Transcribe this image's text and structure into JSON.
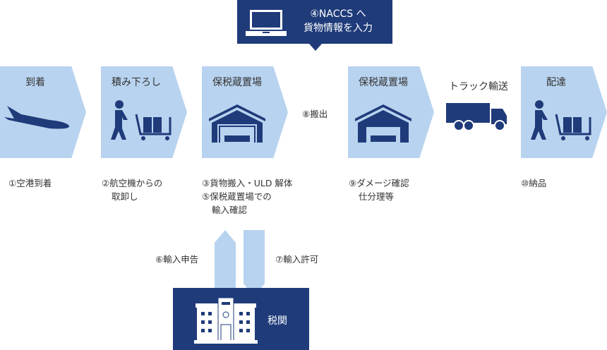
{
  "naccs": {
    "line1": "④NACCS へ",
    "line2": "貨物情報を入力"
  },
  "steps": [
    {
      "title": "到着",
      "note": [
        "①空港到着"
      ]
    },
    {
      "title": "積み下ろし",
      "note": [
        "②航空機からの",
        "取卸し"
      ]
    },
    {
      "title": "保税蔵置場",
      "note": [
        "③貨物搬入・ULD 解体",
        "⑤保税蔵置場での",
        "輸入確認"
      ]
    },
    {
      "title": "保税蔵置場",
      "note": [
        "⑨ダメージ確認",
        "仕分理等"
      ]
    },
    {
      "title": "トラック輸送"
    },
    {
      "title": "配達",
      "note": [
        "⑩納品"
      ]
    }
  ],
  "carry_out": "⑧搬出",
  "declare": "⑥輸入申告",
  "permit": "⑦輸入許可",
  "customs": "税関",
  "colors": {
    "light": "#b8d3ef",
    "navy": "#1f3b7a"
  }
}
